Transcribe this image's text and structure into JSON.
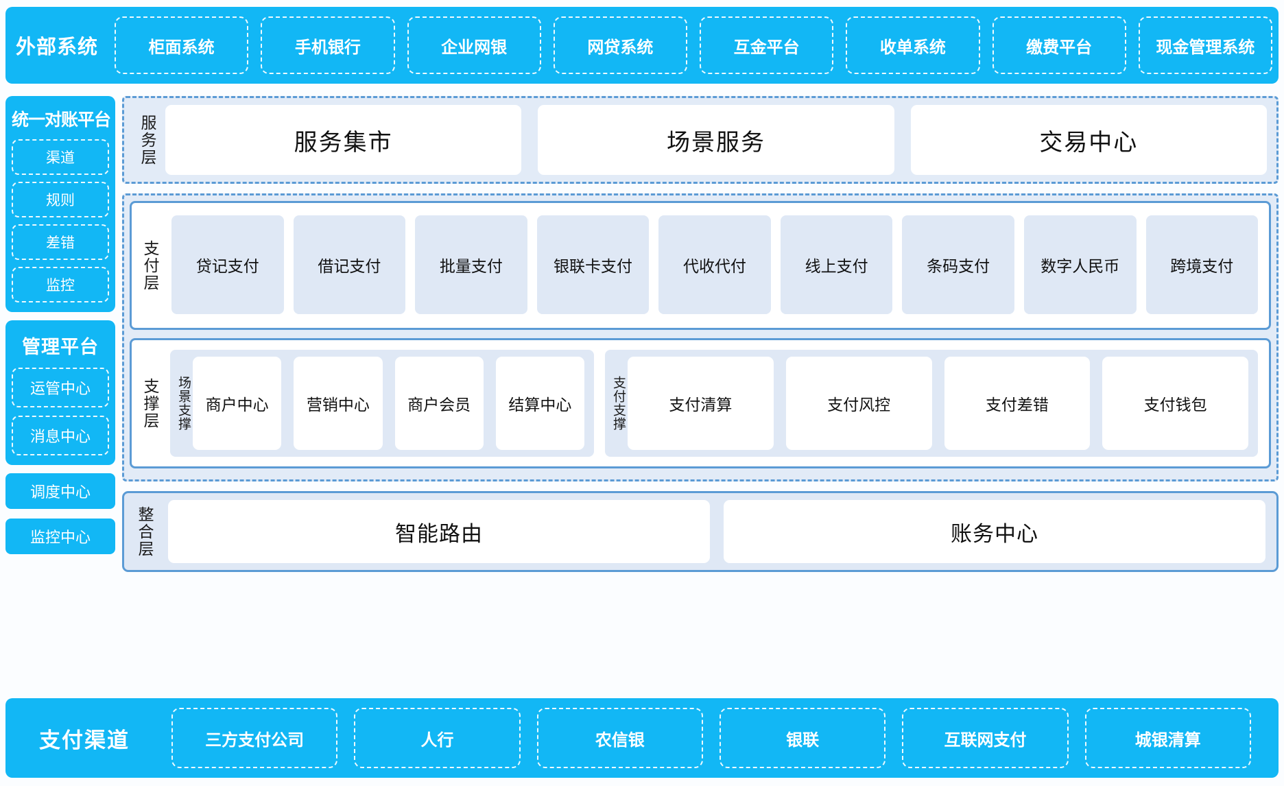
{
  "colors": {
    "brand_cyan": "#12b7f5",
    "border_blue": "#5b9bd5",
    "card_fill": "#dfe8f5",
    "group_fill": "#e2ebf7",
    "page_background": "#fbfdff"
  },
  "external_systems": {
    "title": "外部系统",
    "items": [
      "柜面系统",
      "手机银行",
      "企业网银",
      "网贷系统",
      "互金平台",
      "收单系统",
      "缴费平台",
      "现金管理系统"
    ]
  },
  "sidebar": {
    "reconciliation_platform": {
      "title": "统一对账平台",
      "items": [
        "渠道",
        "规则",
        "差错",
        "监控"
      ]
    },
    "management_platform": {
      "title": "管理平台",
      "items": [
        "运管中心",
        "消息中心"
      ]
    },
    "standalone_tiles": [
      "调度中心",
      "监控中心"
    ]
  },
  "service_layer": {
    "label": "服务层",
    "items": [
      "服务集市",
      "场景服务",
      "交易中心"
    ]
  },
  "payment_layer": {
    "label": "支付层",
    "items": [
      "贷记支付",
      "借记支付",
      "批量支付",
      "银联卡支付",
      "代收代付",
      "线上支付",
      "条码支付",
      "数字人民币",
      "跨境支付"
    ]
  },
  "support_layer": {
    "label": "支撑层",
    "groups": [
      {
        "label": "场景支撑",
        "items": [
          "商户中心",
          "营销中心",
          "商户会员",
          "结算中心"
        ]
      },
      {
        "label": "支付支撑",
        "items": [
          "支付清算",
          "支付风控",
          "支付差错",
          "支付钱包"
        ]
      }
    ]
  },
  "integration_layer": {
    "label": "整合层",
    "items": [
      "智能路由",
      "账务中心"
    ]
  },
  "payment_channels": {
    "title": "支付渠道",
    "items": [
      "三方支付公司",
      "人行",
      "农信银",
      "银联",
      "互联网支付",
      "城银清算"
    ]
  }
}
